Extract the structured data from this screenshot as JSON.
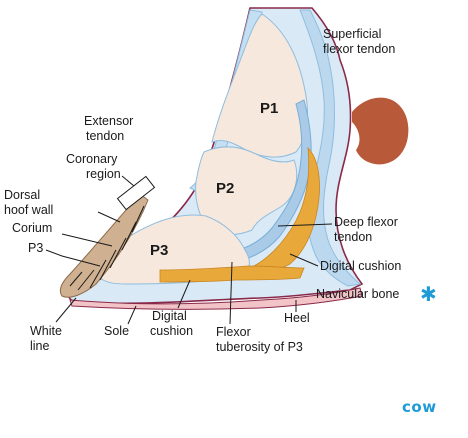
{
  "diagram": {
    "bones": {
      "p1": "P1",
      "p2": "P2",
      "p3": "P3"
    },
    "labels": {
      "superficial_flexor": [
        "Superficial",
        "flexor tendon"
      ],
      "extensor": [
        "Extensor",
        "tendon"
      ],
      "coronary": [
        "Coronary",
        "region"
      ],
      "dorsal_wall": [
        "Dorsal",
        "hoof wall"
      ],
      "corium": "Corium",
      "p3_label": "P3",
      "deep_flexor": [
        "Deep flexor",
        "tendon"
      ],
      "digital_cushion_right": "Digital cushion",
      "navicular": "Navicular bone",
      "heel": "Heel",
      "white_line": [
        "White",
        "line"
      ],
      "sole": "Sole",
      "digital_cushion_bottom": [
        "Digital",
        "cushion"
      ],
      "flexor_tuberosity": [
        "Flexor",
        "tuberosity of P3"
      ]
    },
    "annotations": {
      "star": "✱",
      "handwritten": "cow"
    }
  },
  "colors": {
    "bone": "#f6e8dc",
    "tendon": "#c5dff2",
    "tendon_edge": "#8fbddf",
    "skin_edge": "#8a2a4a",
    "cushion": "#e9a93a",
    "corium": "#cfb090",
    "ergot": "#b85a3a",
    "annotation": "#1e9bd7"
  }
}
